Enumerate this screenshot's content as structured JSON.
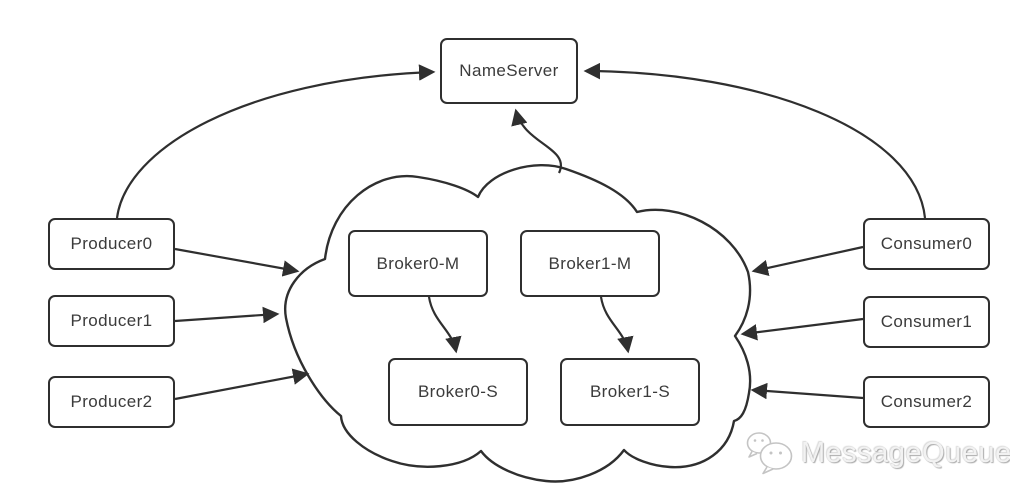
{
  "diagram": {
    "type": "architecture-diagram",
    "subject": "Message queue (RocketMQ-style) deployment: producers and consumers register with a NameServer and communicate with a broker cluster",
    "nodes": {
      "nameserver": {
        "label": "NameServer"
      },
      "producers": [
        {
          "label": "Producer0"
        },
        {
          "label": "Producer1"
        },
        {
          "label": "Producer2"
        }
      ],
      "consumers": [
        {
          "label": "Consumer0"
        },
        {
          "label": "Consumer1"
        },
        {
          "label": "Consumer2"
        }
      ],
      "brokers": [
        {
          "label": "Broker0-M"
        },
        {
          "label": "Broker1-M"
        },
        {
          "label": "Broker0-S"
        },
        {
          "label": "Broker1-S"
        }
      ],
      "cluster": {
        "shape": "cloud",
        "contains": [
          "Broker0-M",
          "Broker1-M",
          "Broker0-S",
          "Broker1-S"
        ]
      }
    },
    "edges": [
      {
        "from": "Producer0",
        "to": "NameServer",
        "style": "curved-arrow"
      },
      {
        "from": "Consumer0",
        "to": "NameServer",
        "style": "curved-arrow"
      },
      {
        "from": "BrokerCloud",
        "to": "NameServer",
        "style": "curved-arrow"
      },
      {
        "from": "Producer0",
        "to": "BrokerCloud",
        "style": "straight-arrow"
      },
      {
        "from": "Producer1",
        "to": "BrokerCloud",
        "style": "straight-arrow"
      },
      {
        "from": "Producer2",
        "to": "BrokerCloud",
        "style": "straight-arrow"
      },
      {
        "from": "Consumer0",
        "to": "BrokerCloud",
        "style": "straight-arrow"
      },
      {
        "from": "Consumer1",
        "to": "BrokerCloud",
        "style": "straight-arrow"
      },
      {
        "from": "Consumer2",
        "to": "BrokerCloud",
        "style": "straight-arrow"
      },
      {
        "from": "Broker0-M",
        "to": "Broker0-S",
        "style": "curved-arrow"
      },
      {
        "from": "Broker1-M",
        "to": "Broker1-S",
        "style": "curved-arrow"
      }
    ],
    "watermark": {
      "text": "MessageQueue",
      "icon": "wechat-chat-bubbles-icon",
      "color": "#f2f2f2"
    },
    "colors": {
      "background": "#ffffff",
      "line": "#2f2f2f",
      "box_border": "#2f2f2f",
      "box_fill": "#ffffff",
      "text": "#3b3b3b",
      "watermark_gray": "#c4c4c4"
    }
  }
}
